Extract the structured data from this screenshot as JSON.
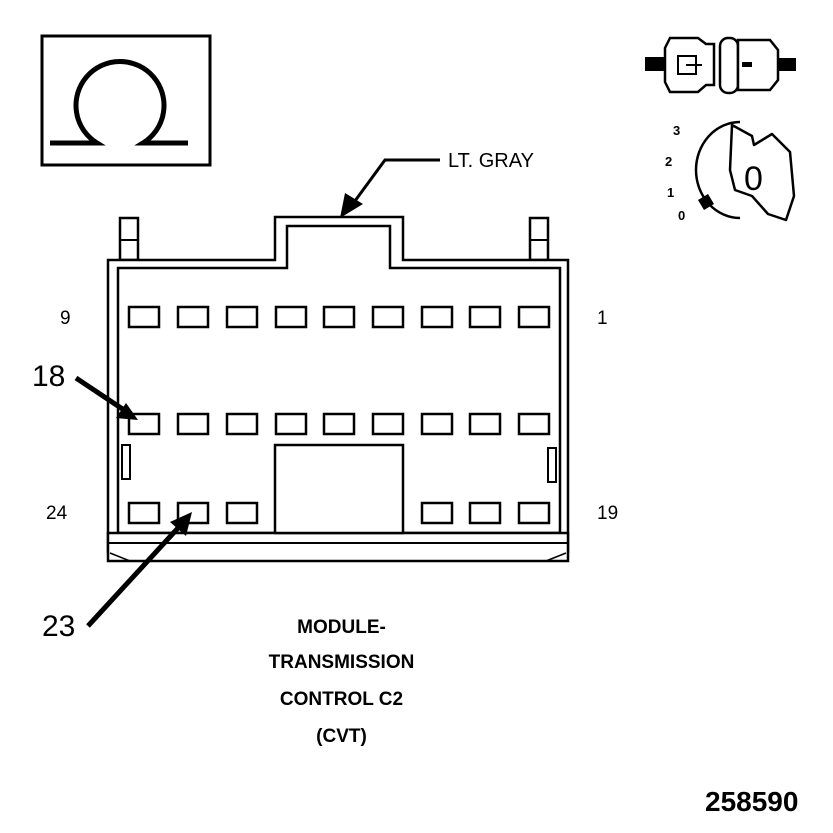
{
  "connector": {
    "color_label": "LT. GRAY",
    "pin_labels": {
      "top_left": "9",
      "top_right": "1",
      "bottom_left": "24",
      "bottom_right": "19"
    },
    "callouts": {
      "upper": "18",
      "lower": "23"
    },
    "title_lines": [
      "MODULE-",
      "TRANSMISSION",
      "CONTROL C2",
      "(CVT)"
    ]
  },
  "key_switch": {
    "positions": [
      "3",
      "2",
      "1",
      "0"
    ],
    "key_value": "0"
  },
  "symbols": {
    "box_icon": "omega-icon",
    "connector_icon": "connector-pair-icon",
    "key_icon": "ignition-key-icon"
  },
  "figure_id": "258590"
}
